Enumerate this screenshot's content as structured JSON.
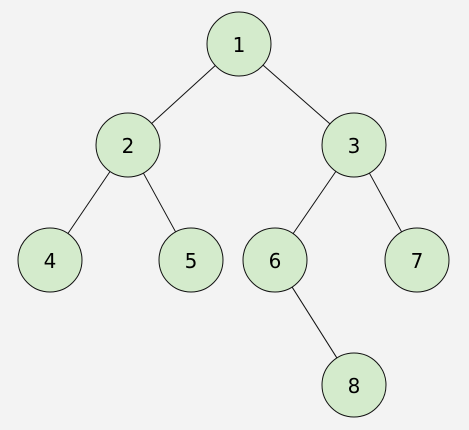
{
  "tree": {
    "nodes": [
      {
        "id": "1",
        "label": "1"
      },
      {
        "id": "2",
        "label": "2"
      },
      {
        "id": "3",
        "label": "3"
      },
      {
        "id": "4",
        "label": "4"
      },
      {
        "id": "5",
        "label": "5"
      },
      {
        "id": "6",
        "label": "6"
      },
      {
        "id": "7",
        "label": "7"
      },
      {
        "id": "8",
        "label": "8"
      }
    ],
    "edges": [
      {
        "from": "1",
        "to": "2"
      },
      {
        "from": "1",
        "to": "3"
      },
      {
        "from": "2",
        "to": "4"
      },
      {
        "from": "2",
        "to": "5"
      },
      {
        "from": "3",
        "to": "6"
      },
      {
        "from": "3",
        "to": "7"
      },
      {
        "from": "6",
        "to": "8"
      }
    ],
    "colors": {
      "background": "#f3f3f3",
      "node_fill": "#d4ebcc",
      "node_stroke": "#111111",
      "edge": "#111111",
      "text": "#000000"
    }
  }
}
